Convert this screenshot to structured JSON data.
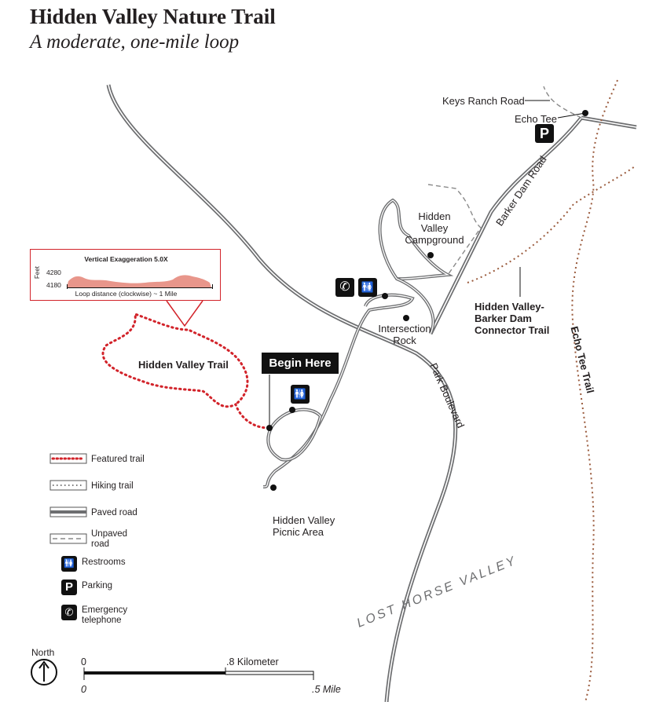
{
  "title": "Hidden Valley Nature Trail",
  "subtitle": "A moderate, one-mile loop",
  "profile": {
    "title": "Vertical Exaggeration 5.0X",
    "y_top": "4280",
    "y_bottom": "4180",
    "y_unit": "Feet",
    "x_label": "Loop distance (clockwise) ~ 1 Mile",
    "fill_color": "#e8968b"
  },
  "labels": {
    "keys_ranch_road": "Keys Ranch Road",
    "echo_tee": "Echo Tee",
    "barker_dam_road": "Barker Dam Road",
    "campground": [
      "Hidden",
      "Valley",
      "Campground"
    ],
    "connector_trail": [
      "Hidden Valley-",
      "Barker Dam",
      "Connector Trail"
    ],
    "echo_tee_trail": "Echo Tee Trail",
    "intersection_rock": [
      "Intersection",
      "Rock"
    ],
    "park_boulevard": "Park Boulevard",
    "hidden_valley_trail": "Hidden Valley Trail",
    "begin_here": "Begin Here",
    "picnic_area": [
      "Hidden Valley",
      "Picnic Area"
    ],
    "lost_horse_valley": "LOST  HORSE VALLEY"
  },
  "legend": {
    "featured_trail": "Featured trail",
    "hiking_trail": "Hiking trail",
    "paved_road": "Paved road",
    "unpaved_road": [
      "Unpaved",
      "road"
    ],
    "restrooms": "Restrooms",
    "parking": "Parking",
    "emergency_telephone": [
      "Emergency",
      "telephone"
    ]
  },
  "north": "North",
  "scale": {
    "zero_top": "0",
    "km": ".8 Kilometer",
    "zero_bottom": "0",
    "mile": ".5 Mile"
  },
  "icons": {
    "parking": "P",
    "telephone": "✆",
    "restroom": "🚻"
  },
  "colors": {
    "featured_trail": "#d2232a",
    "hiking_trail_brown": "#9a5a3c",
    "road": "#6d6e70",
    "text": "#231f20"
  }
}
